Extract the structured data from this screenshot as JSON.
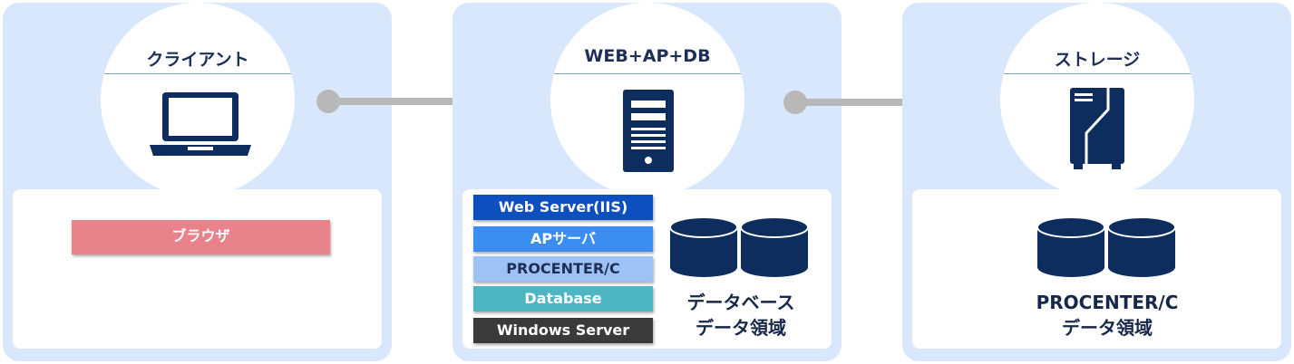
{
  "client": {
    "title": "クライアント",
    "browser_label": "ブラウザ"
  },
  "server": {
    "title": "WEB+AP+DB",
    "stack": [
      {
        "label": "Web Server(IIS)",
        "color": "#0d4fbf"
      },
      {
        "label": "APサーバ",
        "color": "#3b8ef0"
      },
      {
        "label": "PROCENTER/C",
        "color": "#9ec2f4",
        "text_color": "#1e2f57"
      },
      {
        "label": "Database",
        "color": "#4db6c2"
      },
      {
        "label": "Windows Server",
        "color": "#3a3a3a"
      }
    ],
    "db_caption_1": "データベース",
    "db_caption_2": "データ領域"
  },
  "storage": {
    "title": "ストレージ",
    "caption_1": "PROCENTER/C",
    "caption_2": "データ領域"
  },
  "colors": {
    "panel": "#d8e7fc",
    "navy": "#0c2d5e",
    "connector": "#b8b8b8",
    "browser": "#e8838b"
  },
  "icons": [
    "laptop-icon",
    "server-icon",
    "storage-icon",
    "database-icon"
  ]
}
